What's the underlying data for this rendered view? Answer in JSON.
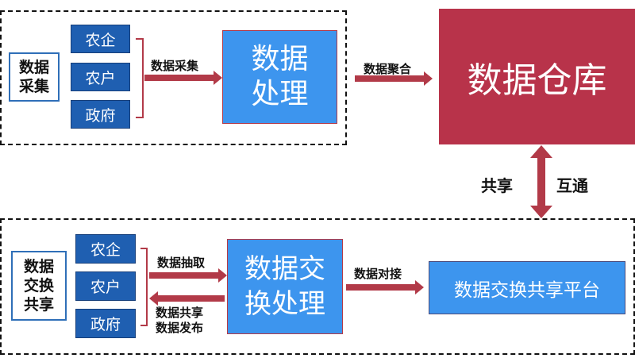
{
  "top_section": {
    "label": [
      "数据",
      "采集"
    ],
    "sources": [
      "农企",
      "农户",
      "政府"
    ],
    "arrow_label": "数据采集",
    "process": [
      "数据",
      "处理"
    ]
  },
  "aggregate_label": "数据聚合",
  "warehouse": "数据仓库",
  "link": {
    "left": "共享",
    "right": "互通"
  },
  "bottom_section": {
    "label": [
      "数据",
      "交换",
      "共享"
    ],
    "sources": [
      "农企",
      "农户",
      "政府"
    ],
    "arrow_out_label": "数据抽取",
    "arrow_in_labels": [
      "数据共享",
      "数据发布"
    ],
    "process": [
      "数据交",
      "换处理"
    ],
    "connect_label": "数据对接",
    "platform": "数据交换共享平台"
  },
  "colors": {
    "blue_dark": "#1f5fb1",
    "blue_light": "#3d95ee",
    "red": "#b8334a"
  }
}
